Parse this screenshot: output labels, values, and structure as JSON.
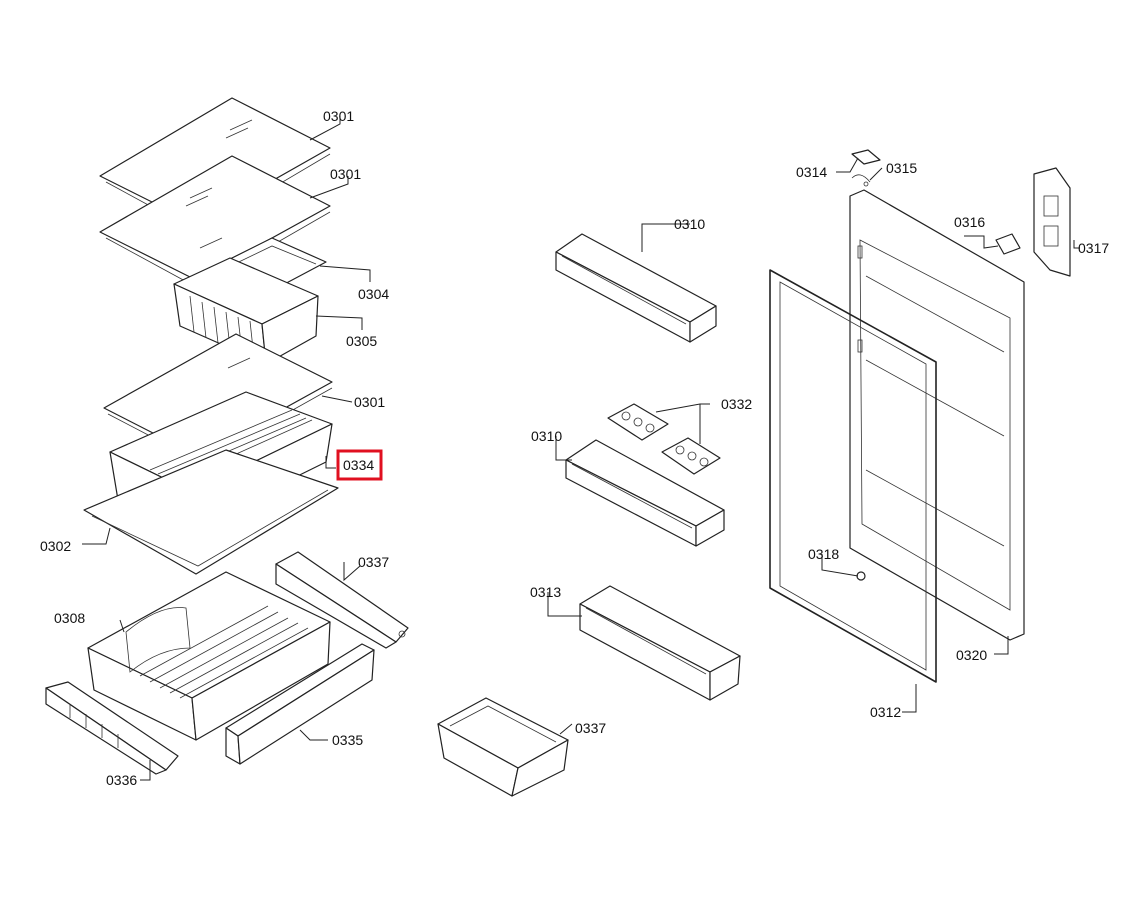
{
  "highlight_color": "#e01020",
  "labels": {
    "shelf_top": "0301",
    "shelf_second": "0301",
    "shelf_middle": "0301",
    "box_cover": "0304",
    "box": "0305",
    "drawer_small": "0334",
    "shelf_bottom": "0302",
    "crisper": "0308",
    "rail_right": "0337",
    "rail_left": "0336",
    "front_panel": "0335",
    "drawer_bottom": "0337",
    "door_shelf_top": "0310",
    "door_shelf_mid": "0310",
    "egg_tray": "0332",
    "door_shelf_low": "0313",
    "door_inner": "0320",
    "gasket": "0312",
    "cap_a": "0314",
    "spring": "0315",
    "cap_b": "0316",
    "hinge": "0317",
    "pin": "0318"
  }
}
